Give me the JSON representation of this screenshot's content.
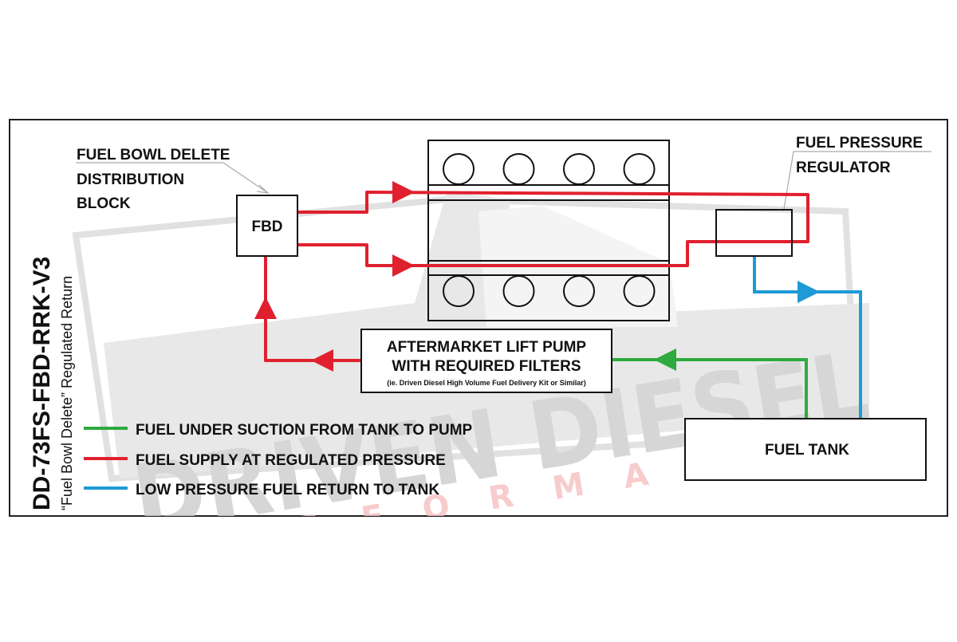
{
  "title": {
    "part_number": "DD-73FS-FBD-RRK-V3",
    "subtitle": "“Fuel Bowl Delete” Regulated Return"
  },
  "labels": {
    "fbd_callout": [
      "FUEL BOWL DELETE",
      "DISTRIBUTION",
      "BLOCK"
    ],
    "fbd_box": "FBD",
    "regulator_callout": [
      "FUEL PRESSURE",
      "REGULATOR"
    ],
    "lift_pump": [
      "AFTERMARKET LIFT PUMP",
      "WITH REQUIRED FILTERS"
    ],
    "lift_pump_note": "(ie. Driven Diesel High Volume Fuel Delivery Kit or Similar)",
    "fuel_tank": "FUEL TANK"
  },
  "legend": [
    {
      "label": "FUEL UNDER SUCTION FROM TANK TO PUMP",
      "color": "#2eaa3f"
    },
    {
      "label": "FUEL SUPPLY AT REGULATED PRESSURE",
      "color": "#e0202e"
    },
    {
      "label": "LOW PRESSURE FUEL RETURN TO TANK",
      "color": "#1e9ad6"
    }
  ],
  "colors": {
    "suction": "#2eaa3f",
    "supply": "#e0202e",
    "return": "#1e9ad6",
    "outline": "#111111",
    "watermark": "#d9d9d9",
    "watermark_accent": "#f7c9c9"
  },
  "watermark": {
    "brand": "DRIVEN DIESEL",
    "tagline": "PERFORMANCE"
  },
  "engine": {
    "cylinders_per_bank": 4,
    "banks": 2
  }
}
